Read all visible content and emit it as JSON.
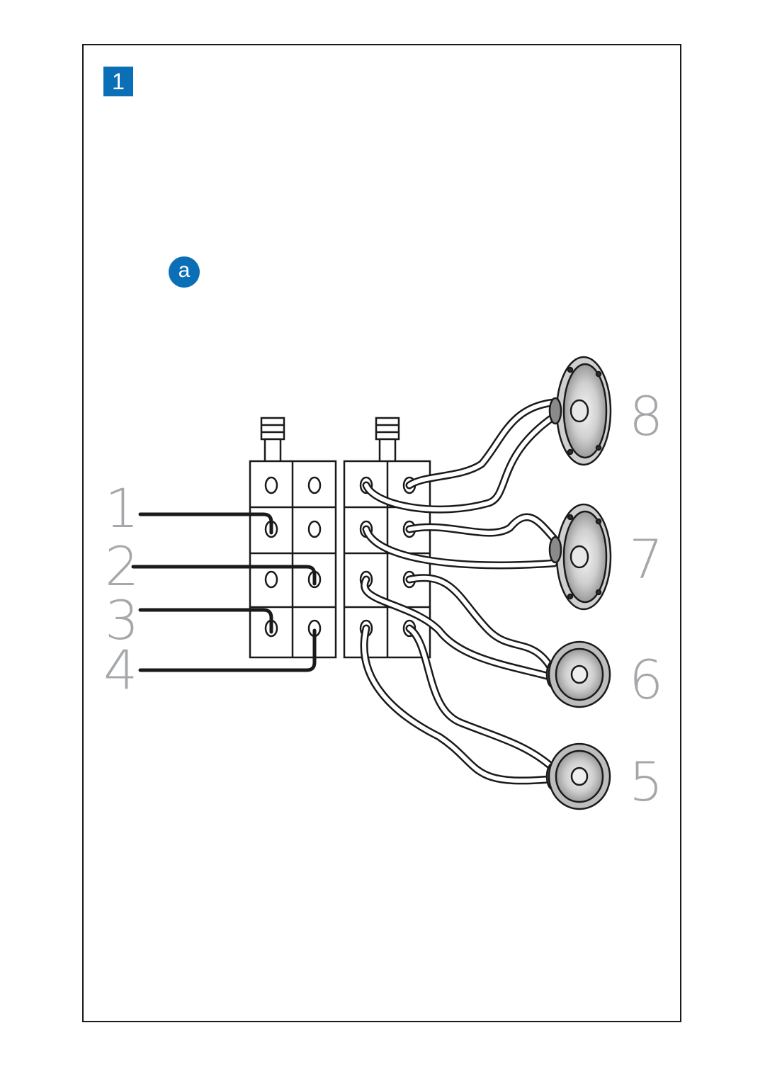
{
  "step_badge": {
    "label": "1",
    "color": "#0b6fb8"
  },
  "sub_badge": {
    "label": "a",
    "color": "#0b6fb8"
  },
  "input_labels": [
    "1",
    "2",
    "3",
    "4"
  ],
  "speaker_labels": [
    "8",
    "7",
    "6",
    "5"
  ],
  "colors": {
    "label_gray": "#a5a7aa",
    "line": "#1a1a1a",
    "accent": "#0b6fb8"
  }
}
